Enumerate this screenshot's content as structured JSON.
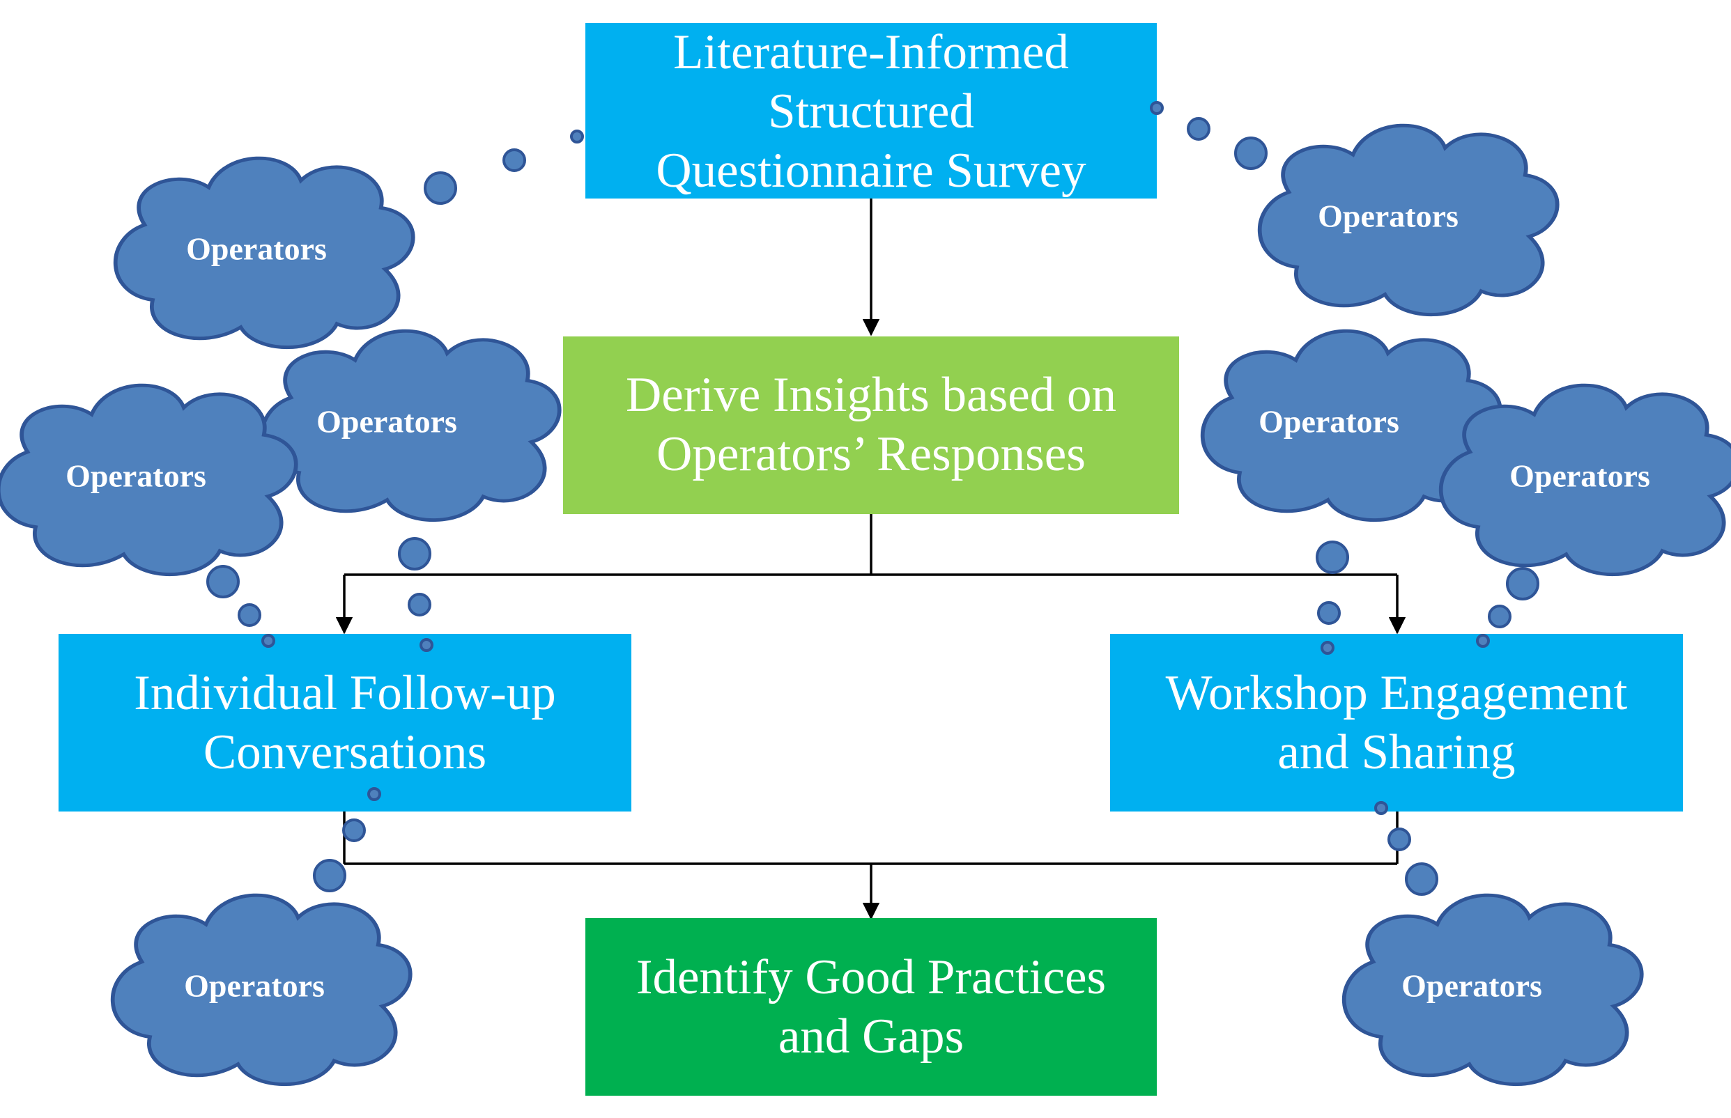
{
  "colors": {
    "blue_box": "#00b0f0",
    "light_green_box": "#92d050",
    "dark_green_box": "#00b050",
    "cloud_fill": "#4f81bd",
    "cloud_outline": "#2f5597"
  },
  "boxes": {
    "survey": {
      "lines": [
        "Literature-Informed",
        "Structured",
        "Questionnaire Survey"
      ]
    },
    "insights": {
      "lines": [
        "Derive Insights based on",
        "Operators’ Responses"
      ]
    },
    "followup": {
      "lines": [
        "Individual Follow-up",
        "Conversations"
      ]
    },
    "workshop": {
      "lines": [
        "Workshop Engagement",
        "and Sharing"
      ]
    },
    "practices": {
      "lines": [
        "Identify Good Practices",
        "and Gaps"
      ]
    }
  },
  "clouds": [
    {
      "label": "Operators"
    },
    {
      "label": "Operators"
    },
    {
      "label": "Operators"
    },
    {
      "label": "Operators"
    },
    {
      "label": "Operators"
    },
    {
      "label": "Operators"
    },
    {
      "label": "Operators"
    },
    {
      "label": "Operators"
    }
  ]
}
